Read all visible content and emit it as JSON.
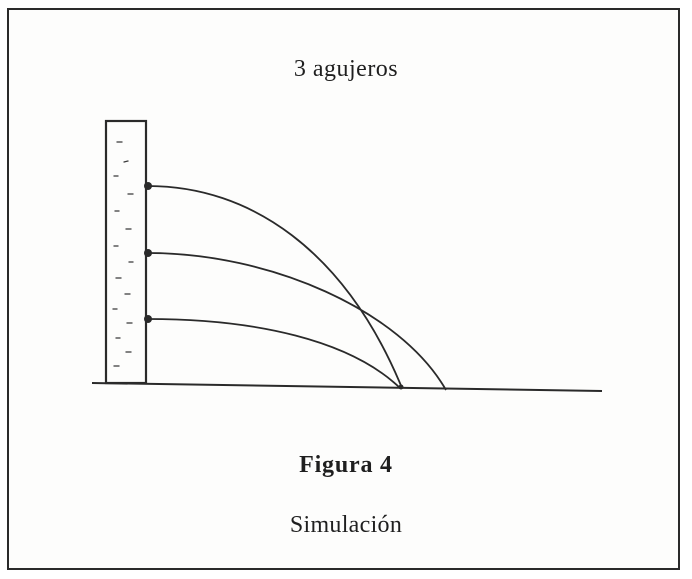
{
  "diagram": {
    "header": "3 agujeros",
    "caption_title": "Figura 4",
    "caption_subtitle": "Simulación",
    "holes": 3,
    "line_color": "#2a2a2a"
  }
}
